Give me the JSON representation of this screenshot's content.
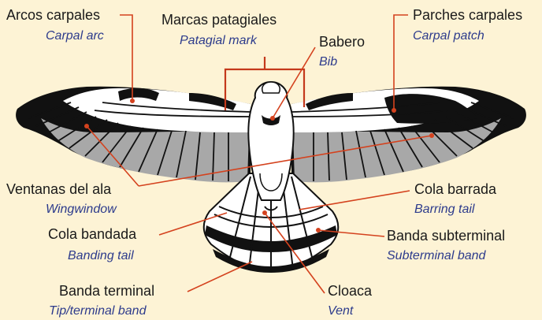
{
  "colors": {
    "background": "#fdf3d5",
    "leader": "#d4421e",
    "bracket": "#c4391c",
    "spanish_text": "#1a1a1a",
    "english_text": "#2d3b8c",
    "feather_grey": "#a8a8a8",
    "feather_dark": "#111111"
  },
  "labels": {
    "carpal_arc": {
      "es": "Arcos carpales",
      "en": "Carpal arc"
    },
    "patagial_mark": {
      "es": "Marcas patagiales",
      "en": "Patagial mark"
    },
    "bib": {
      "es": "Babero",
      "en": "Bib"
    },
    "carpal_patch": {
      "es": "Parches carpales",
      "en": "Carpal patch"
    },
    "wingwindow": {
      "es": "Ventanas del ala",
      "en": "Wingwindow"
    },
    "barring_tail": {
      "es": "Cola barrada",
      "en": "Barring tail"
    },
    "banding_tail": {
      "es": "Cola bandada",
      "en": "Banding tail"
    },
    "subterminal_band": {
      "es": "Banda subterminal",
      "en": "Subterminal band"
    },
    "terminal_band": {
      "es": "Banda terminal",
      "en": "Tip/terminal band"
    },
    "vent": {
      "es": "Cloaca",
      "en": "Vent"
    }
  }
}
